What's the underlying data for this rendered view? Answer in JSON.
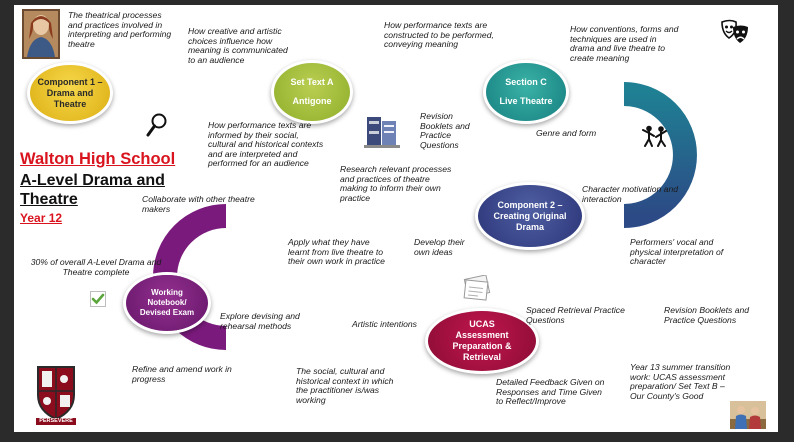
{
  "header": {
    "school": "Walton High School",
    "course": "A-Level Drama and Theatre",
    "year": "Year 12"
  },
  "milestones": {
    "component1": "Component 1 – Drama and Theatre",
    "set_text_a": "Set Text A",
    "antigone": "Antigone",
    "section_c": "Section C",
    "live_theatre": "Live Theatre",
    "component2": "Component 2 – Creating Original Drama",
    "working_notebook": "Working Notebook/ Devised Exam",
    "ucas": "UCAS Assessment Preparation & Retrieval"
  },
  "notes": {
    "theatrical_processes": "The theatrical processes and practices involved in interpreting and performing theatre",
    "creative_choices": "How creative and artistic choices influence how meaning is communicated to an audience",
    "performance_texts_constructed": "How performance texts are constructed to be performed, conveying meaning",
    "conventions_forms": "How conventions, forms and techniques are used in drama and live theatre to create meaning",
    "revision_booklets_top": "Revision Booklets and Practice Questions",
    "genre_form": "Genre and form",
    "performance_texts_informed": "How performance texts are informed by their social, cultural and historical contexts and are interpreted and performed for an audience",
    "research_processes": "Research relevant processes and practices of theatre making to inform their own practice",
    "character_motivation": "Character motivation and interaction",
    "collaborate": "Collaborate with other theatre makers",
    "apply_live_theatre": "Apply what they have learnt from live theatre to their own work in practice",
    "develop_ideas": "Develop their own ideas",
    "vocal_physical": "Performers' vocal and physical interpretation of character",
    "percent_overall": "30% of overall A-Level Drama and Theatre complete",
    "explore_devising": "Explore devising and rehearsal methods",
    "artistic_intentions": "Artistic intentions",
    "spaced_retrieval": "Spaced Retrieval Practice Questions",
    "revision_booklets_bottom": "Revision Booklets and Practice Questions",
    "refine_amend": "Refine and amend work in progress",
    "social_cultural": "The social, cultural and historical context in which the practitioner is/was working",
    "detailed_feedback": "Detailed Feedback Given on Responses and Time Given to Reflect/Improve",
    "year13_summer": "Year 13 summer transition work: UCAS assessment preparation/ Set Text B – Our County's Good"
  },
  "crest": {
    "motto": "PERSEVERE"
  },
  "icons": {
    "portrait": "portrait-icon",
    "theatre_masks": "theatre-masks-icon",
    "magnifier": "magnifying-glass-icon",
    "books": "books-icon",
    "performers": "performers-icon",
    "checkmark": "checkmark-icon",
    "papers": "papers-icon",
    "crest": "school-crest-icon",
    "actors": "actors-photo-icon"
  },
  "colors": {
    "accent_red": "#d9141e",
    "road_yellow": "#f2c318",
    "road_green": "#8cb63c",
    "road_teal": "#1f8d93",
    "road_navy": "#2f3a82",
    "road_purple": "#7a1a7c",
    "road_crimson": "#c0164e",
    "road_orange": "#f5a623"
  }
}
